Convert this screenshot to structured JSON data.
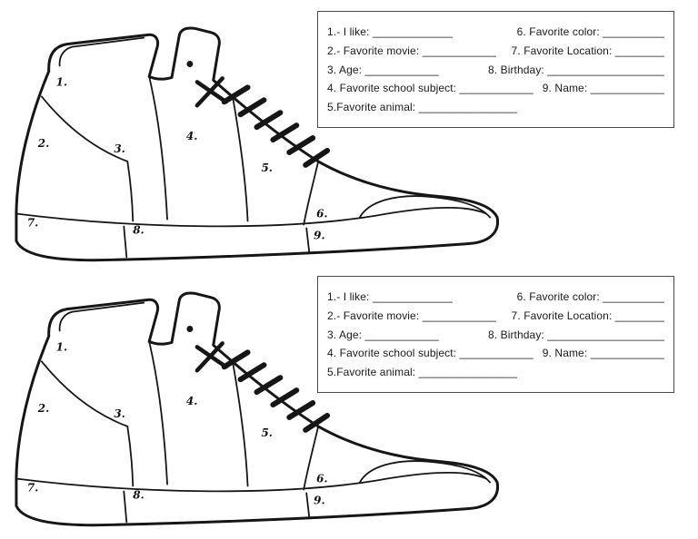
{
  "questions": {
    "rows": [
      {
        "left": "1.- I like: _____________",
        "right": "6. Favorite color: __________"
      },
      {
        "left": "2.- Favorite movie: ____________",
        "right": "7. Favorite Location: ________"
      },
      {
        "left": "3. Age: ____________",
        "right": "8. Birthday: ___________________"
      },
      {
        "left": "4. Favorite school subject: ____________",
        "right": "9. Name: ____________"
      },
      {
        "left": "5.Favorite animal: ________________",
        "right": ""
      }
    ]
  },
  "shoe": {
    "labels": [
      "1.",
      "2.",
      "3.",
      "4.",
      "5.",
      "6.",
      "7.",
      "8.",
      "9."
    ]
  },
  "colors": {
    "ink": "#161616",
    "box_border": "#4a4a4a",
    "background": "#ffffff"
  }
}
